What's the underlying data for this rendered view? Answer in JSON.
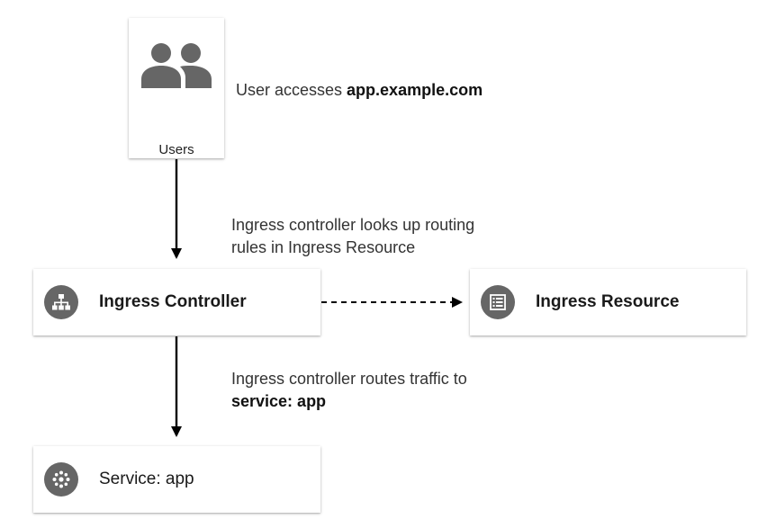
{
  "nodes": {
    "users": {
      "label": "Users",
      "icon": "users-icon"
    },
    "ingress_controller": {
      "label": "Ingress Controller",
      "icon": "network-hierarchy-icon"
    },
    "ingress_resource": {
      "label": "Ingress Resource",
      "icon": "list-icon"
    },
    "service": {
      "label": "Service: app",
      "icon": "service-dots-icon"
    }
  },
  "annotations": {
    "users_access": {
      "prefix": "User accesses ",
      "emphasis": "app.example.com"
    },
    "lookup": {
      "line1": "Ingress controller looks up routing",
      "line2": "rules in Ingress Resource"
    },
    "routes": {
      "line1": "Ingress controller routes traffic to",
      "emphasis": "service: app"
    }
  },
  "colors": {
    "icon_fill": "#666666",
    "arrow": "#000000",
    "text": "#1f1f1f"
  }
}
